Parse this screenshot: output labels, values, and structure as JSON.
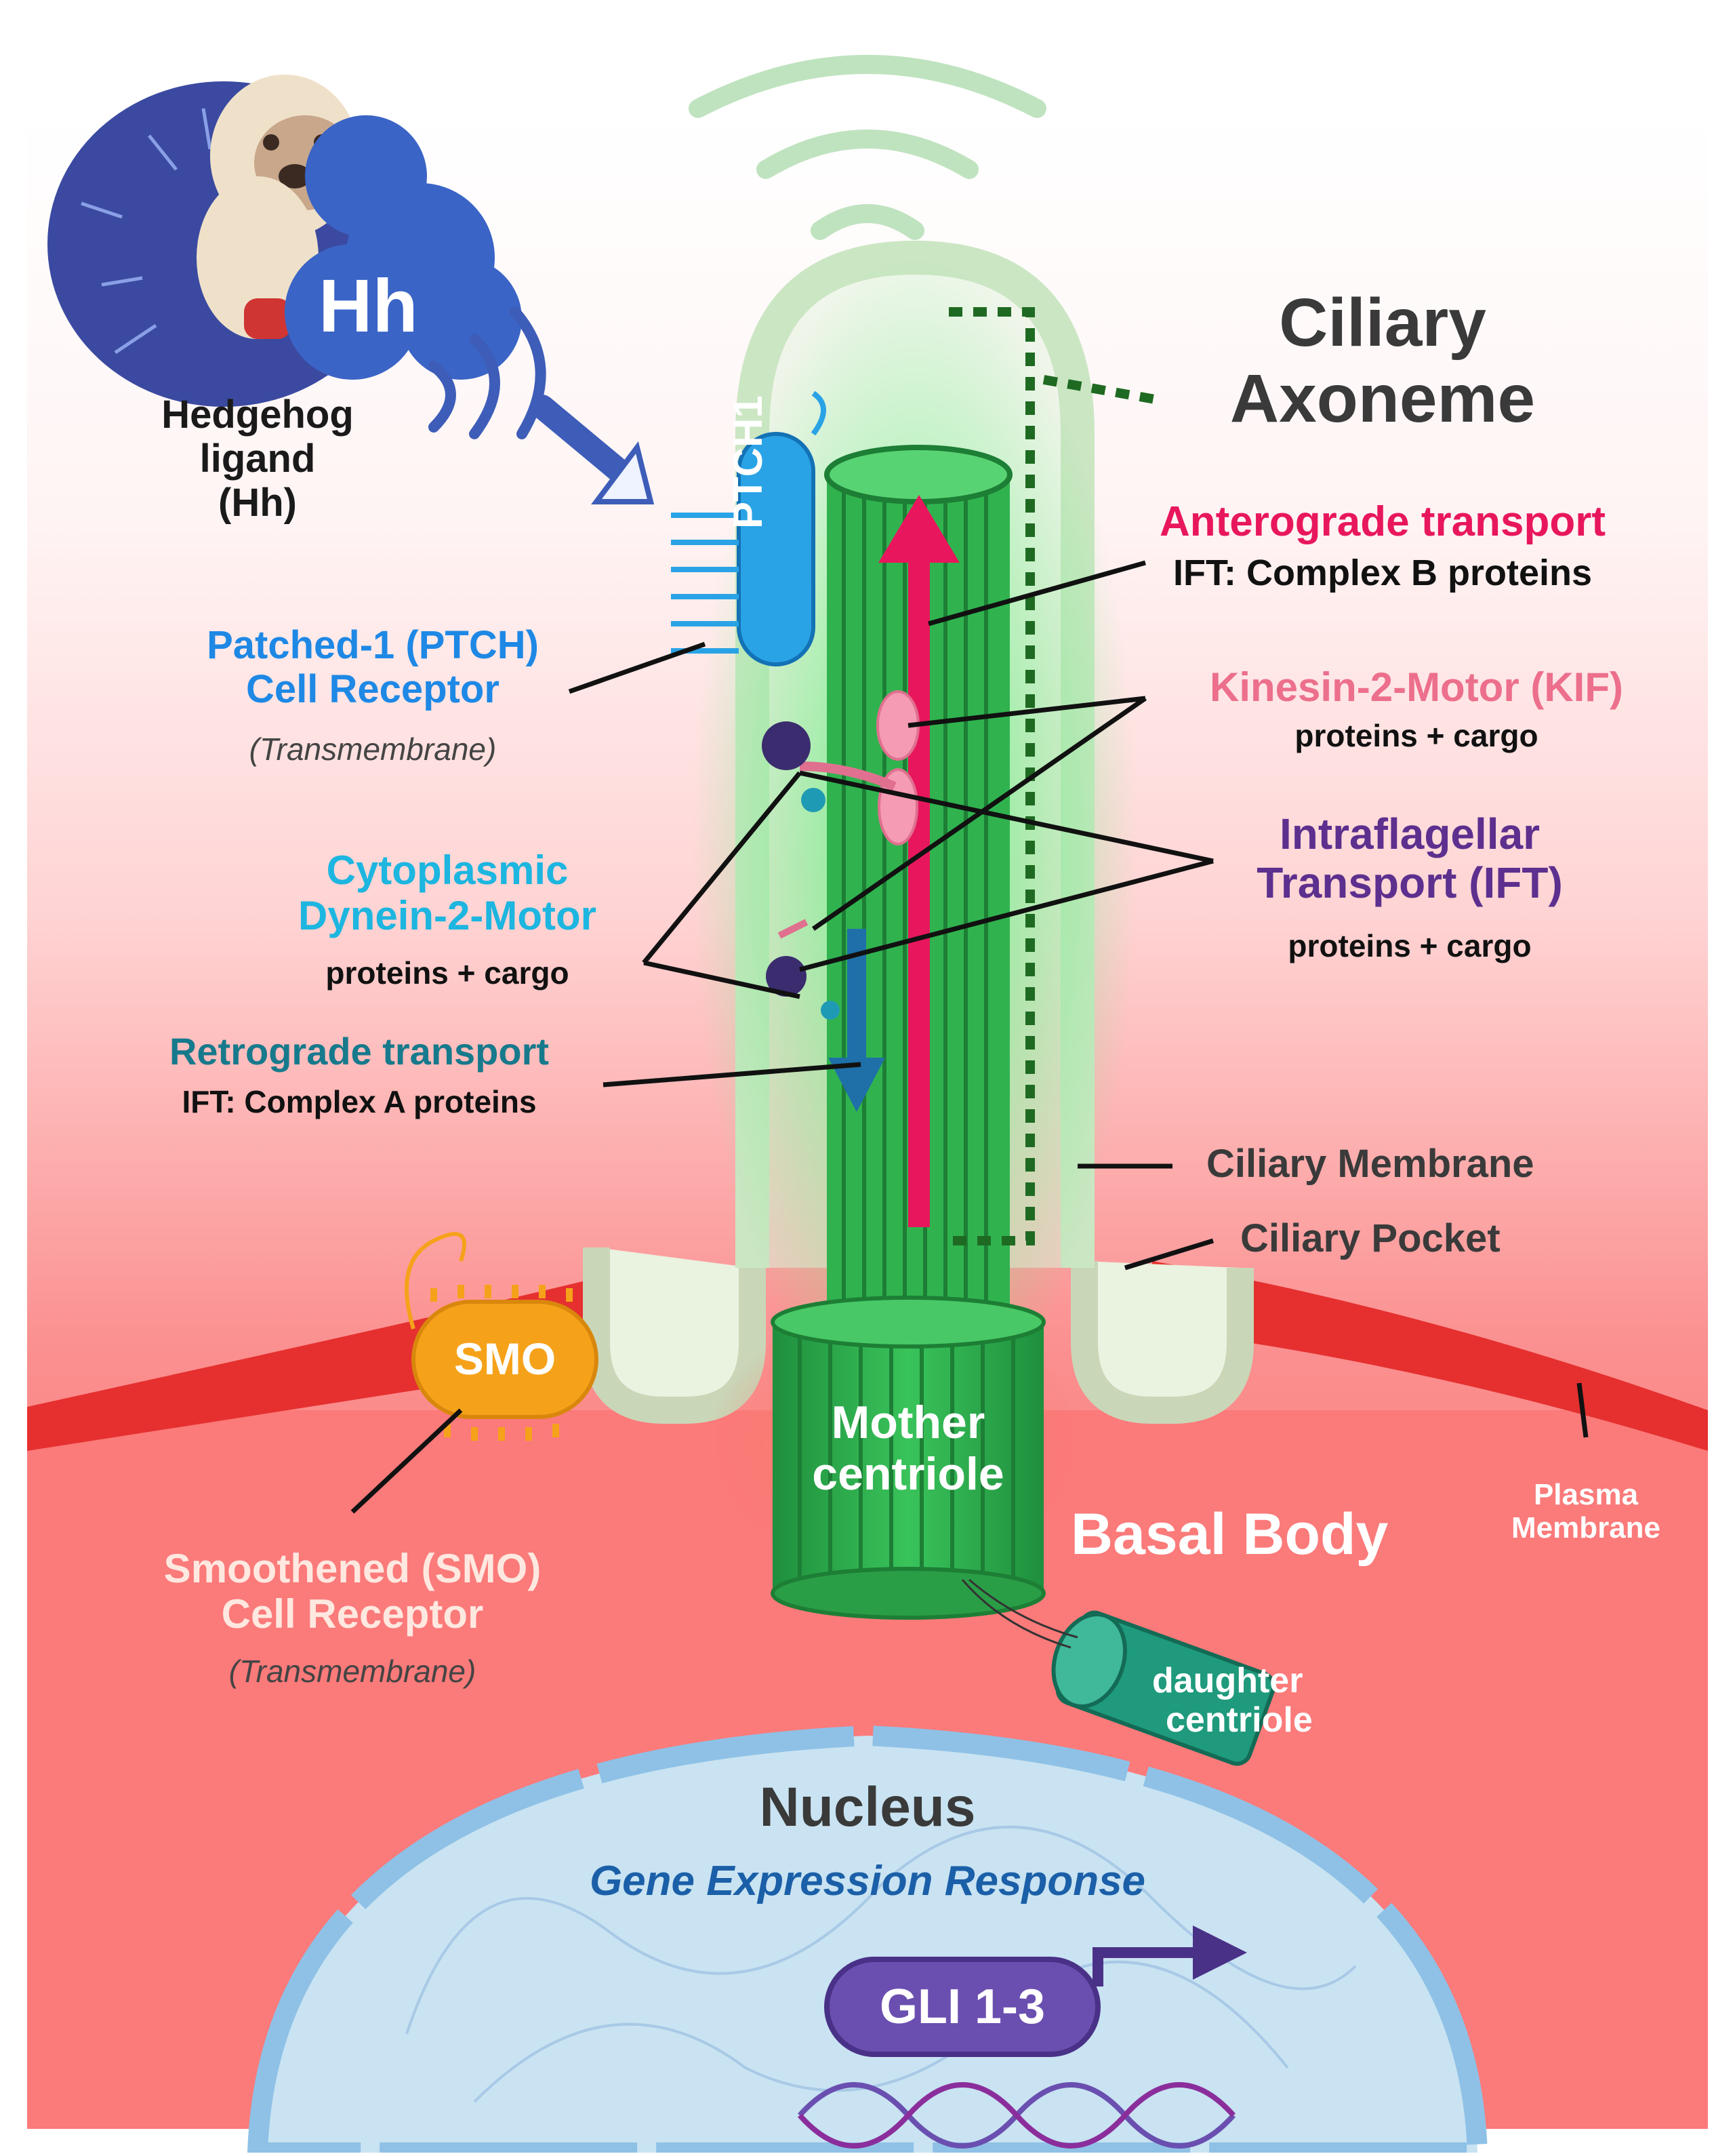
{
  "colors": {
    "cytoplasm": "#fb7a7a",
    "plasma_membrane": "#e5302f",
    "cilium_membrane": "#cbe6c3",
    "axoneme": "#2fb84e",
    "anterograde": "#e8175d",
    "retrograde": "#1f6fa8",
    "nucleus": "#c9e3f2",
    "gli": "#6a4fb0",
    "smo": "#f5a21a",
    "ptch": "#2aa3e6",
    "daughter_centriole": "#1f9a7c"
  },
  "labels": {
    "hh_badge": "Hh",
    "hedgehog_ligand": [
      "Hedgehog",
      "ligand",
      "(Hh)"
    ],
    "ptch1_badge": "PTCH1",
    "ciliary_axoneme": [
      "Ciliary",
      "Axoneme"
    ],
    "anterograde_title": "Anterograde transport",
    "anterograde_sub": "IFT: Complex B proteins",
    "kinesin_title": "Kinesin-2-Motor (KIF)",
    "kinesin_sub": "proteins + cargo",
    "ift_title": [
      "Intraflagellar",
      "Transport (IFT)"
    ],
    "ift_sub": "proteins + cargo",
    "patched_title": [
      "Patched-1 (PTCH)",
      "Cell Receptor"
    ],
    "patched_sub": "(Transmembrane)",
    "dynein_title": [
      "Cytoplasmic",
      "Dynein-2-Motor"
    ],
    "dynein_sub": "proteins + cargo",
    "retrograde_title": "Retrograde transport",
    "retrograde_sub": "IFT: Complex A proteins",
    "ciliary_membrane": "Ciliary Membrane",
    "ciliary_pocket": "Ciliary Pocket",
    "smo_badge": "SMO",
    "mother_centriole": [
      "Mother",
      "centriole"
    ],
    "basal_body": "Basal Body",
    "plasma_membrane": [
      "Plasma",
      "Membrane"
    ],
    "smoothened_title": [
      "Smoothened (SMO)",
      "Cell Receptor"
    ],
    "smoothened_sub": "(Transmembrane)",
    "daughter_centriole": [
      "daughter",
      "centriole"
    ],
    "nucleus": "Nucleus",
    "gene_expression": "Gene Expression Response",
    "gli_badge": "GLI 1-3"
  }
}
